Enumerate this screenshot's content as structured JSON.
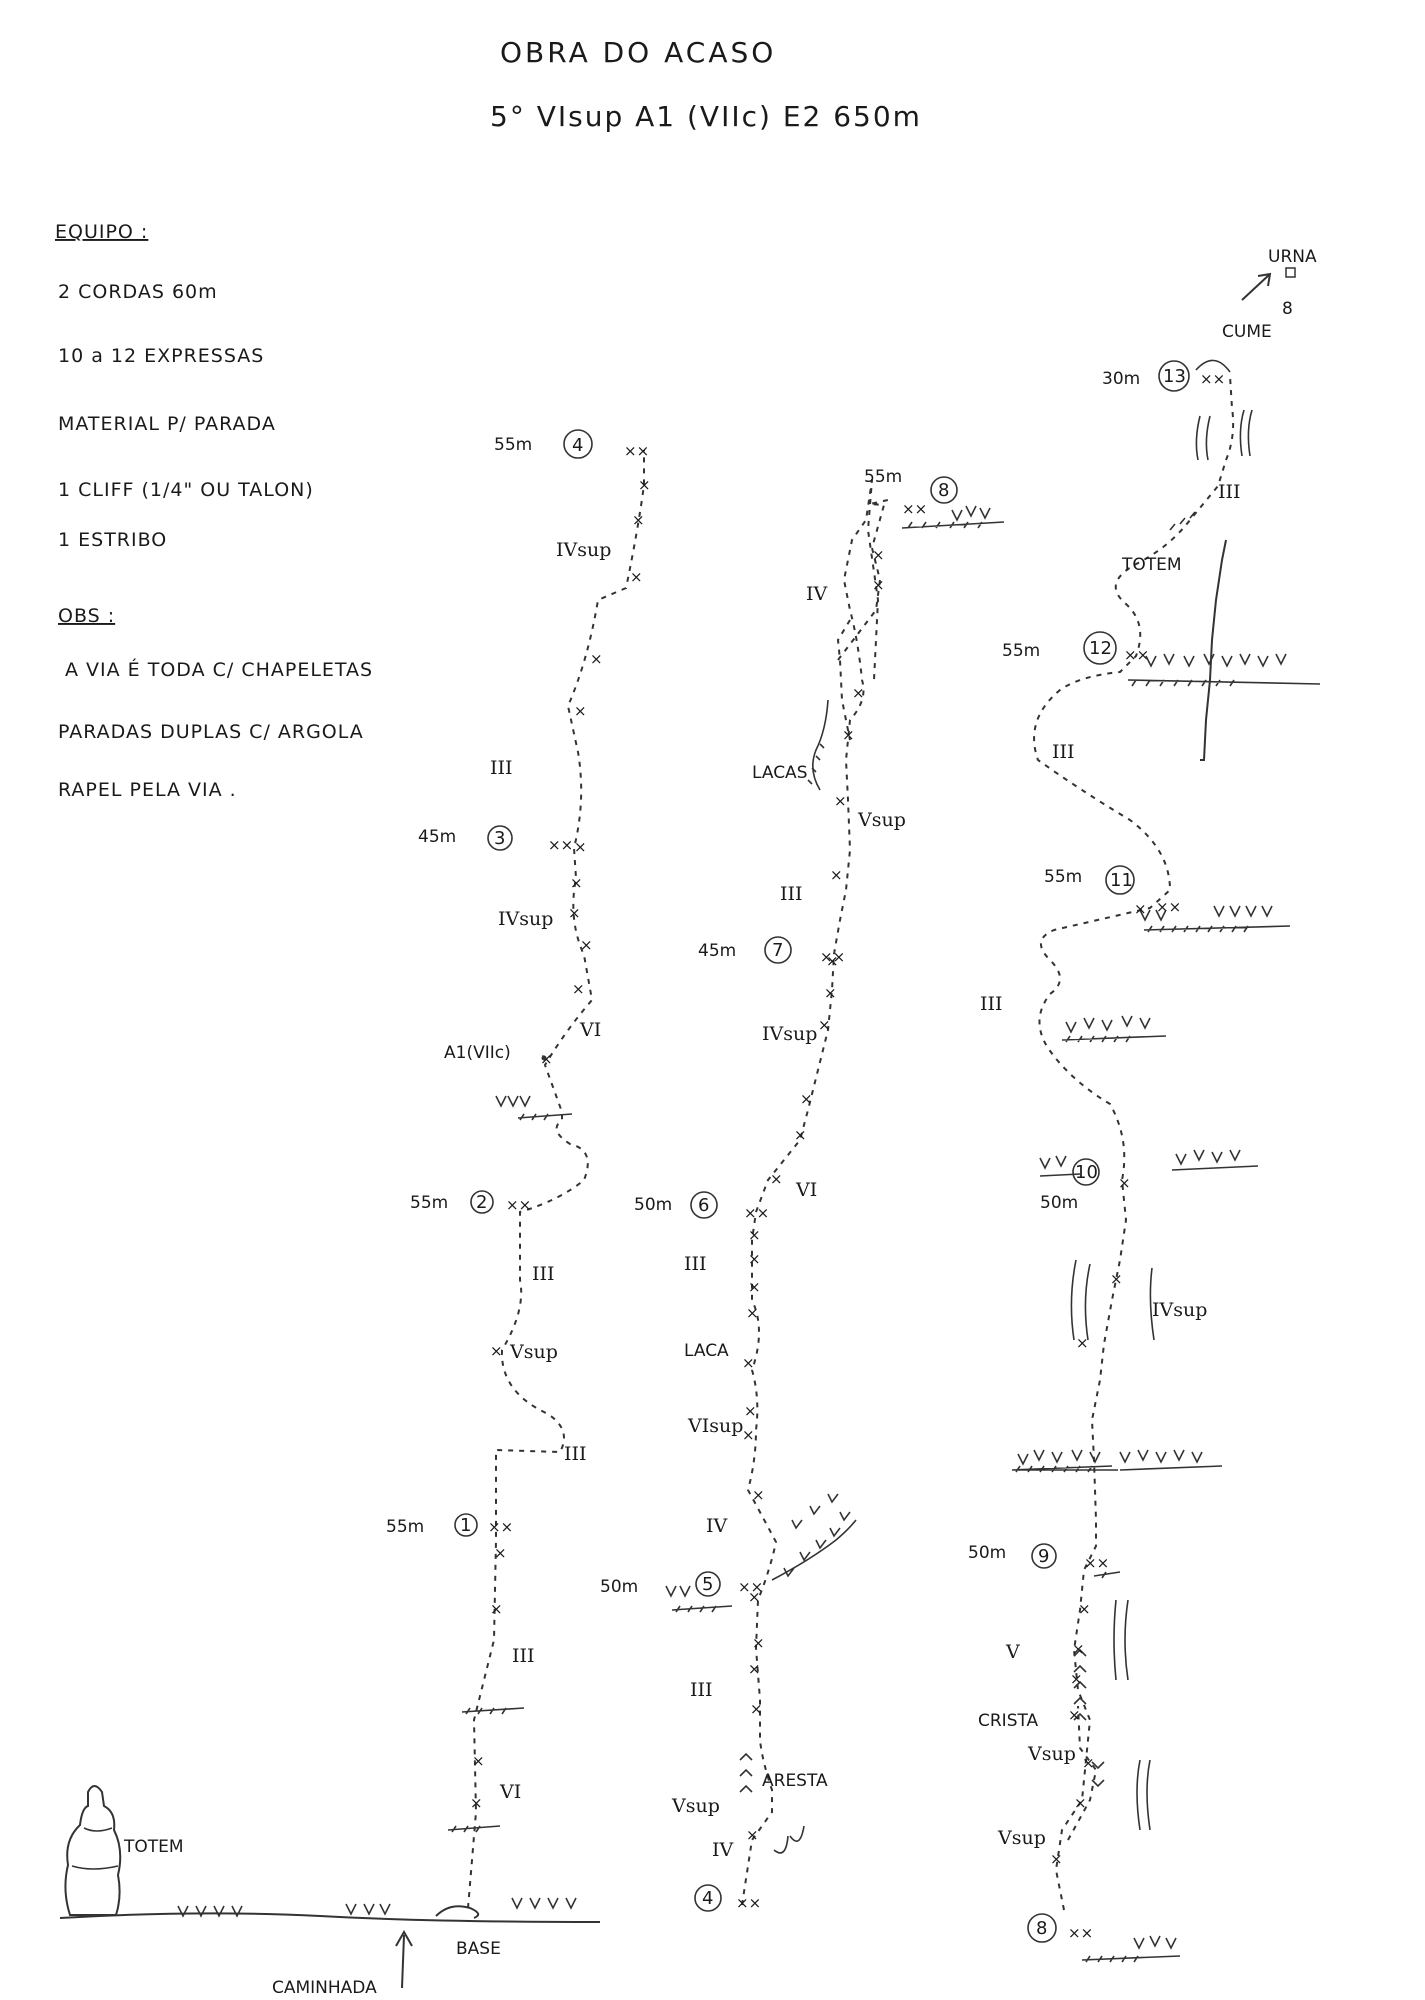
{
  "header": {
    "title": "OBRA DO ACASO",
    "grade_line": "5° VIsup A1 (VIIc) E2 650m"
  },
  "equipment": {
    "heading": "EQUIPO :",
    "items": [
      "2 CORDAS 60m",
      "10 a 12 EXPRESSAS",
      "MATERIAL P/ PARADA",
      "1 CLIFF (1/4\" OU TALON)",
      "1 ESTRIBO"
    ]
  },
  "observations": {
    "heading": "OBS :",
    "items": [
      "A VIA É TODA C/ CHAPELETAS",
      "PARADAS DUPLAS C/ ARGOLA",
      "RAPEL PELA VIA ."
    ]
  },
  "features": {
    "urna": "URNA",
    "cume": "CUME",
    "totem_top": "TOTEM",
    "totem_base": "TOTEM",
    "base": "BASE",
    "caminhada": "CAMINHADA",
    "lacas": "LACAS",
    "laca": "LACA",
    "aresta": "ARESTA",
    "crista": "CRISTA",
    "a1_label": "A1(VIIc)"
  },
  "belays": [
    {
      "num": "1",
      "len": "55m"
    },
    {
      "num": "2",
      "len": "55m"
    },
    {
      "num": "3",
      "len": "45m"
    },
    {
      "num": "4",
      "len": "55m"
    },
    {
      "num": "4",
      "len": ""
    },
    {
      "num": "5",
      "len": "50m"
    },
    {
      "num": "6",
      "len": "50m"
    },
    {
      "num": "7",
      "len": "45m"
    },
    {
      "num": "8",
      "len": "55m"
    },
    {
      "num": "8",
      "len": ""
    },
    {
      "num": "9",
      "len": "50m"
    },
    {
      "num": "10",
      "len": "50m"
    },
    {
      "num": "11",
      "len": "55m"
    },
    {
      "num": "12",
      "len": "55m"
    },
    {
      "num": "13",
      "len": "30m"
    }
  ],
  "grades": {
    "c1": [
      "VI",
      "III",
      "III",
      "Vsup",
      "III",
      "VI",
      "IVsup",
      "III",
      "IVsup"
    ],
    "c2": [
      "IV",
      "Vsup",
      "III",
      "IV",
      "VIsup",
      "III",
      "VI",
      "IVsup",
      "III",
      "Vsup",
      "IV"
    ],
    "c3": [
      "Vsup",
      "Vsup",
      "V",
      "IVsup",
      "III",
      "III",
      "III"
    ]
  }
}
